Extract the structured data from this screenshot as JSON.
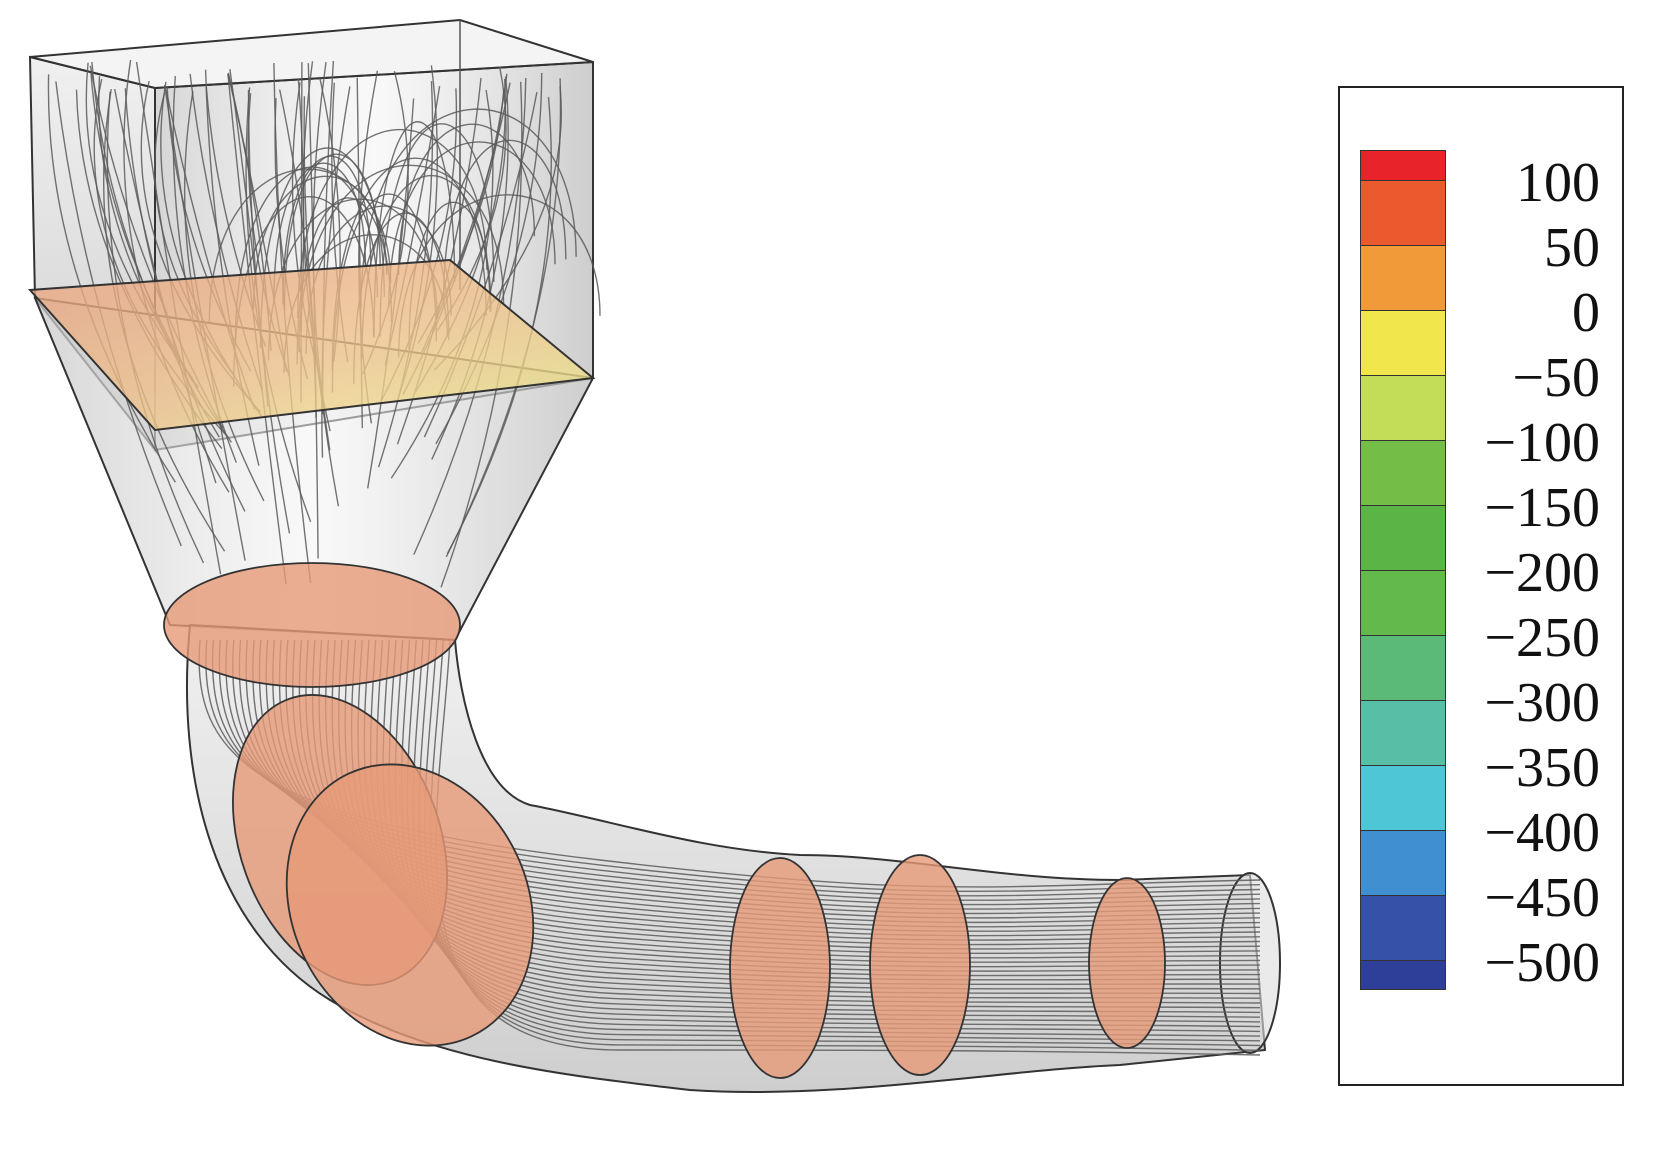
{
  "legend": {
    "labels": [
      "100",
      "50",
      "0",
      "−50",
      "−100",
      "−150",
      "−200",
      "−250",
      "−300",
      "−350",
      "−400",
      "−450",
      "−500"
    ],
    "colors": [
      "#e8242a",
      "#ea5a2e",
      "#f19a3a",
      "#f2e64d",
      "#c4dd58",
      "#74bd47",
      "#5bb546",
      "#63b94a",
      "#5cba78",
      "#57bfa6",
      "#4fc6d6",
      "#3f8fd1",
      "#3551a8",
      "#2e3f99"
    ]
  },
  "colors": {
    "section_fill": "#e69a78",
    "plane_fill": "#eef089",
    "pipe_outline": "#222222",
    "streamline": "#5a5a5a"
  }
}
